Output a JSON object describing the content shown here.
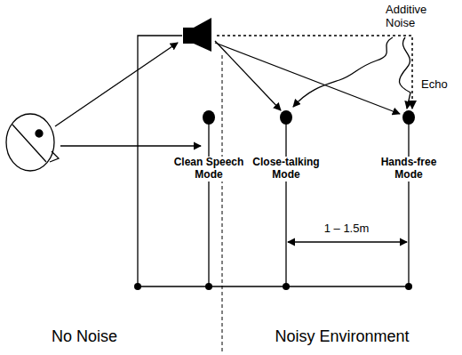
{
  "diagram": {
    "labels": [
      "Additive Noise",
      "Echo",
      "Clean Speech Mode",
      "Close-talking Mode",
      "Hands-free Mode",
      "1 – 1.5m",
      "No Noise",
      "Noisy Environment"
    ]
  }
}
